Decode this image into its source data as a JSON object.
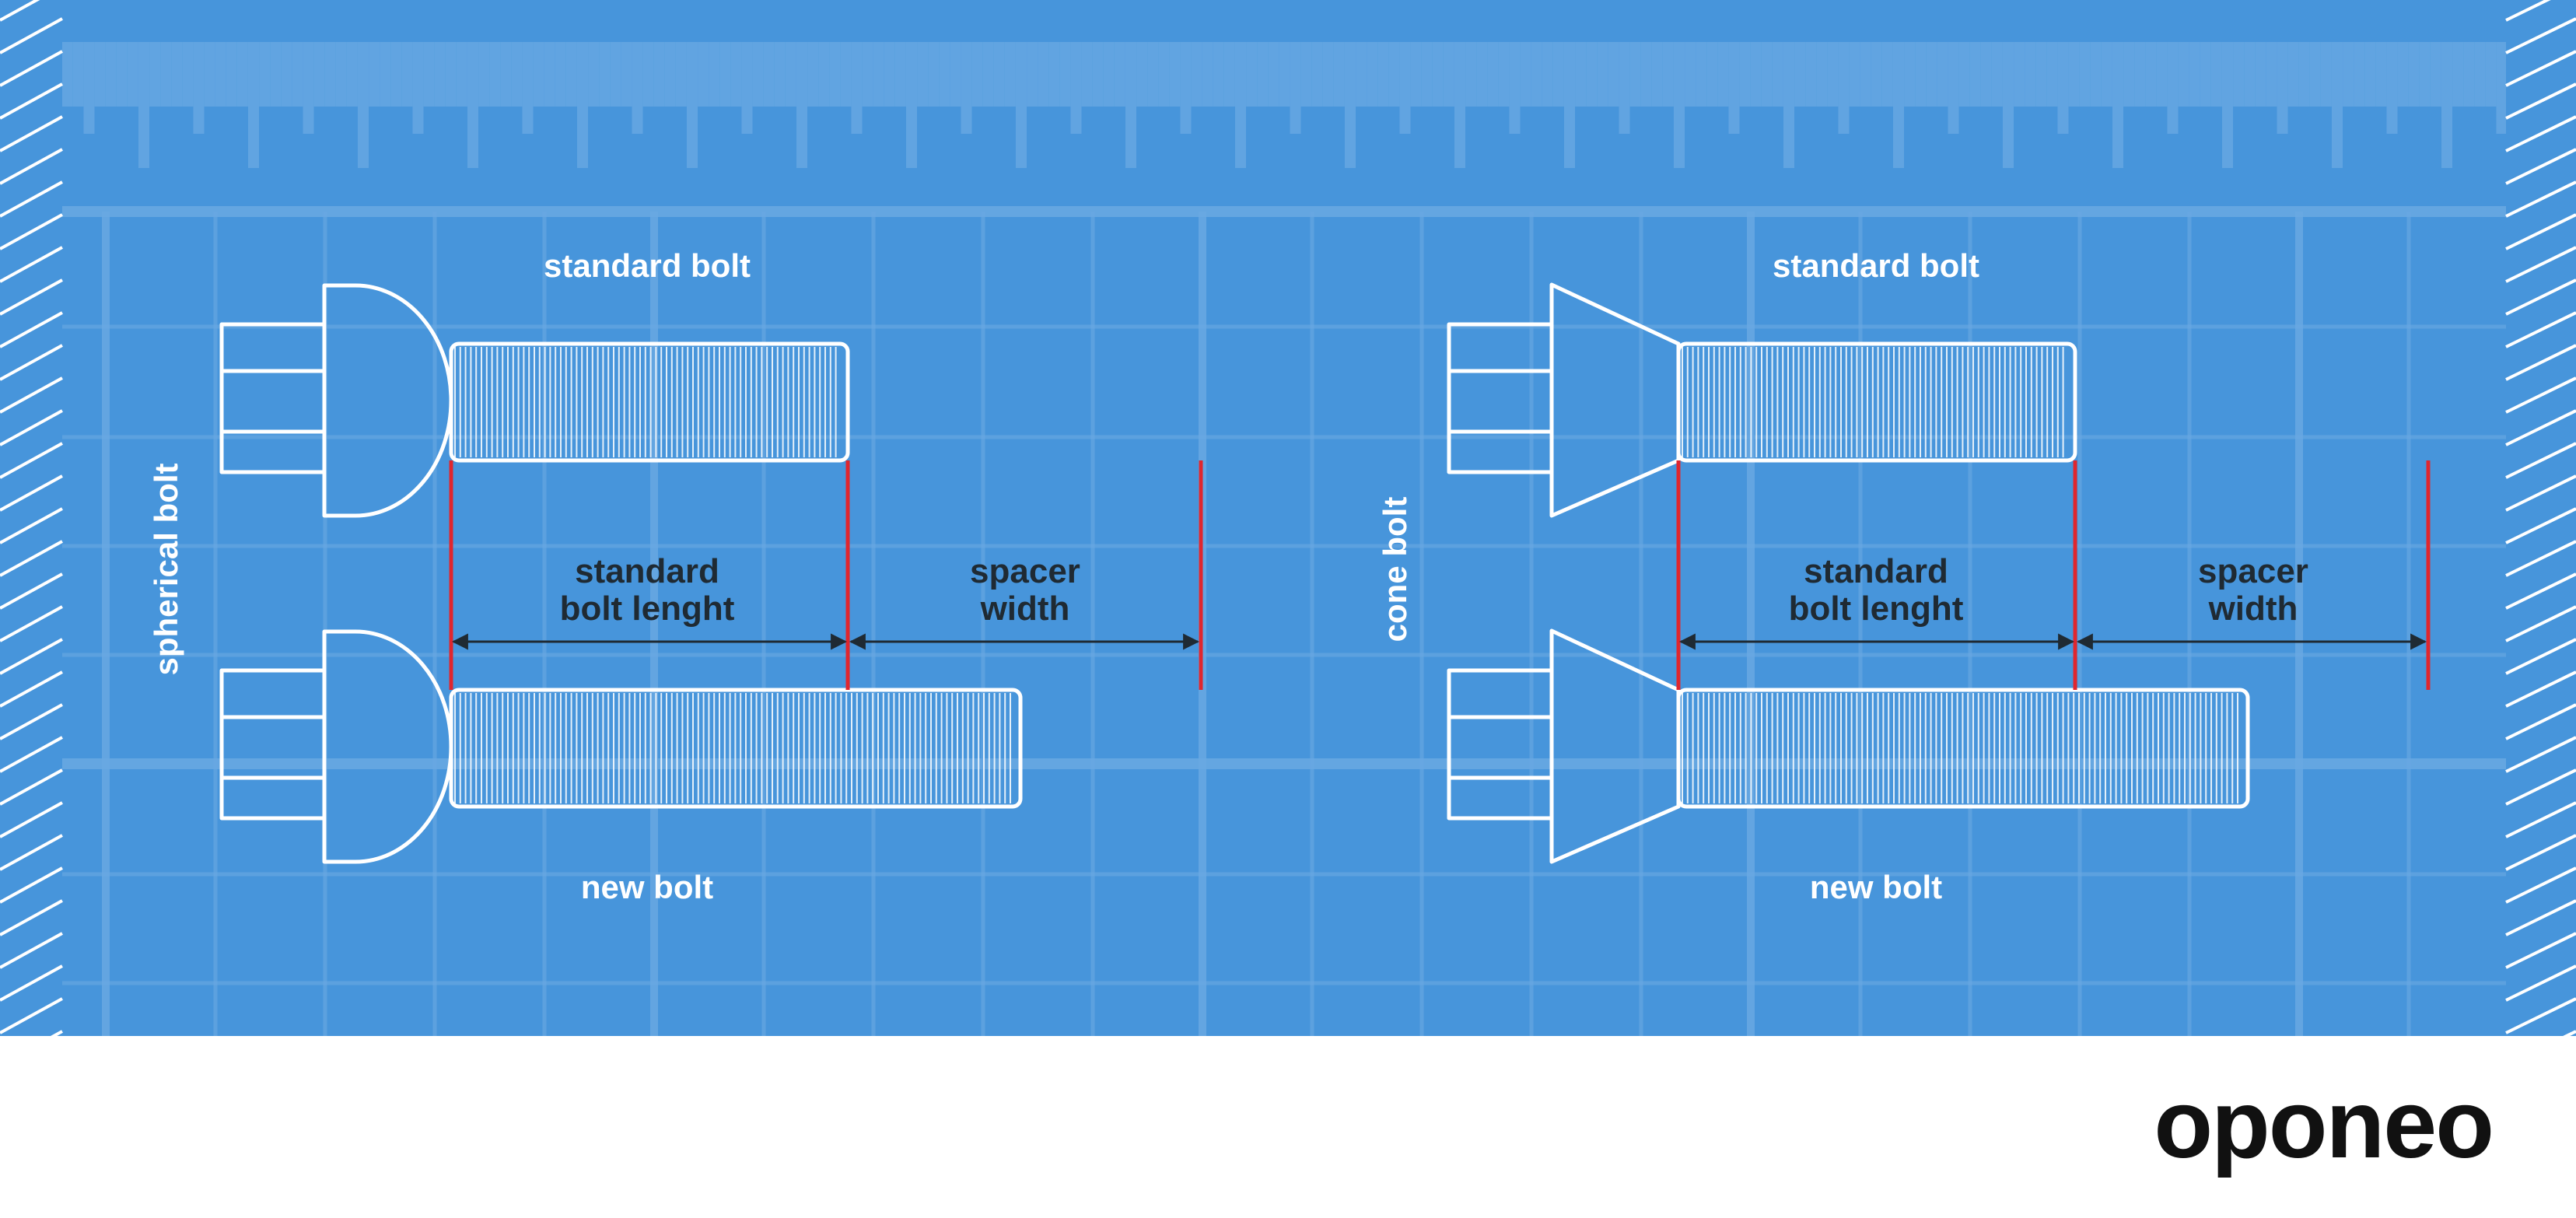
{
  "colors": {
    "background": "#4795db",
    "grid": "#6aa9e3",
    "outline": "#ffffff",
    "measure_line": "#e0262e",
    "dimension_text": "#1f2a33",
    "logo": "#111111"
  },
  "panels": [
    {
      "side_label": "spherical bolt",
      "head_shape": "spherical",
      "top_label": "standard bolt",
      "bottom_label": "new bolt",
      "dim1": [
        "standard",
        "bolt lenght"
      ],
      "dim2": [
        "spacer",
        "width"
      ]
    },
    {
      "side_label": "cone bolt",
      "head_shape": "cone",
      "top_label": "standard bolt",
      "bottom_label": "new bolt",
      "dim1": [
        "standard",
        "bolt lenght"
      ],
      "dim2": [
        "spacer",
        "width"
      ]
    }
  ],
  "logo": {
    "text": "oponeo"
  }
}
